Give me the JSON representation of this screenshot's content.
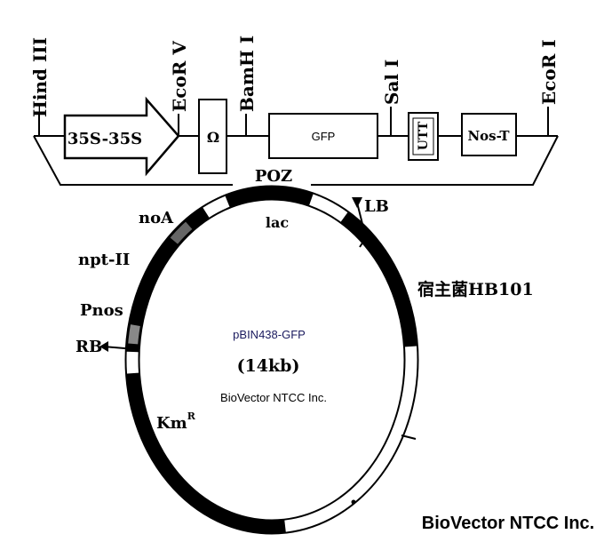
{
  "construct": {
    "sites": [
      "Hind III",
      "EcoR V",
      "BamH I",
      "Sal I",
      "EcoR I"
    ],
    "elements": {
      "promoter": "35S-35S",
      "omega": "Ω",
      "gene": "GFP",
      "utt": "UTT",
      "terminator": "Nos-T"
    },
    "poz": "POZ"
  },
  "plasmid": {
    "name": "pBIN438-GFP",
    "size": "(14kb)",
    "credit": "BioVector NTCC Inc.",
    "labels": {
      "lac": "lac",
      "lb": "LB",
      "noa": "noA",
      "npt": "npt-II",
      "pnos": "Pnos",
      "rb": "RB",
      "km": "Km",
      "km_sup": "R",
      "host": "宿主菌HB101"
    }
  },
  "watermark": "BioVector NTCC Inc.",
  "colors": {
    "ink": "#000000",
    "name_text": "#1a1a5e"
  }
}
